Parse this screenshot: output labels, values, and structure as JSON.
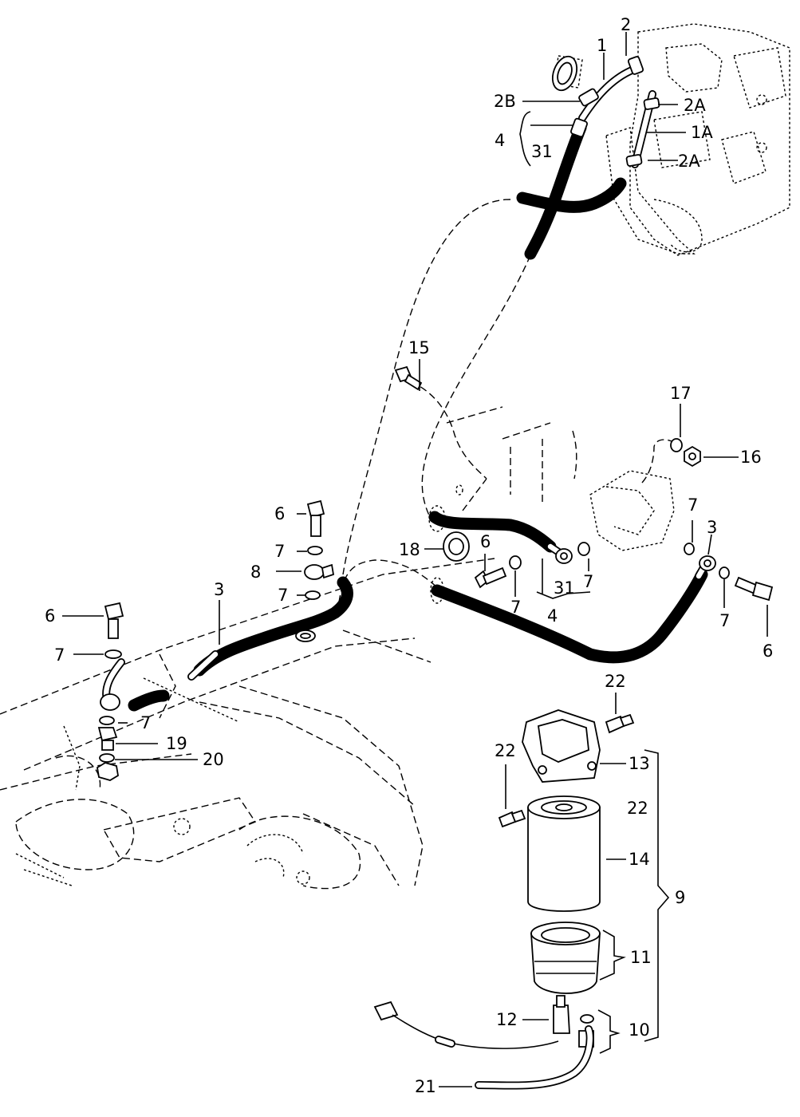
{
  "diagram": {
    "labels": {
      "l_1": "1",
      "l_2": "2",
      "l_2b": "2B",
      "l_2a_top": "2A",
      "l_1a": "1A",
      "l_2a_bottom": "2A",
      "l_4_top": "4",
      "l_31_top": "31",
      "l_15": "15",
      "l_17": "17",
      "l_16": "16",
      "l_6_mid": "6",
      "l_7_mid_a": "7",
      "l_8": "8",
      "l_7_mid_b": "7",
      "l_3_left": "3",
      "l_6_left": "6",
      "l_7_left_a": "7",
      "l_7_left_b": "7",
      "l_19": "19",
      "l_20": "20",
      "l_18": "18",
      "l_6_center": "6",
      "l_7_center_a": "7",
      "l_7_center_b": "7",
      "l_31_center": "31",
      "l_4_center": "4",
      "l_7_right_a": "7",
      "l_3_right": "3",
      "l_7_right_b": "7",
      "l_6_right": "6",
      "l_22_a": "22",
      "l_22_b": "22",
      "l_13": "13",
      "l_22_c": "22",
      "l_14": "14",
      "l_9": "9",
      "l_11": "11",
      "l_12": "12",
      "l_10": "10",
      "l_21": "21"
    }
  }
}
